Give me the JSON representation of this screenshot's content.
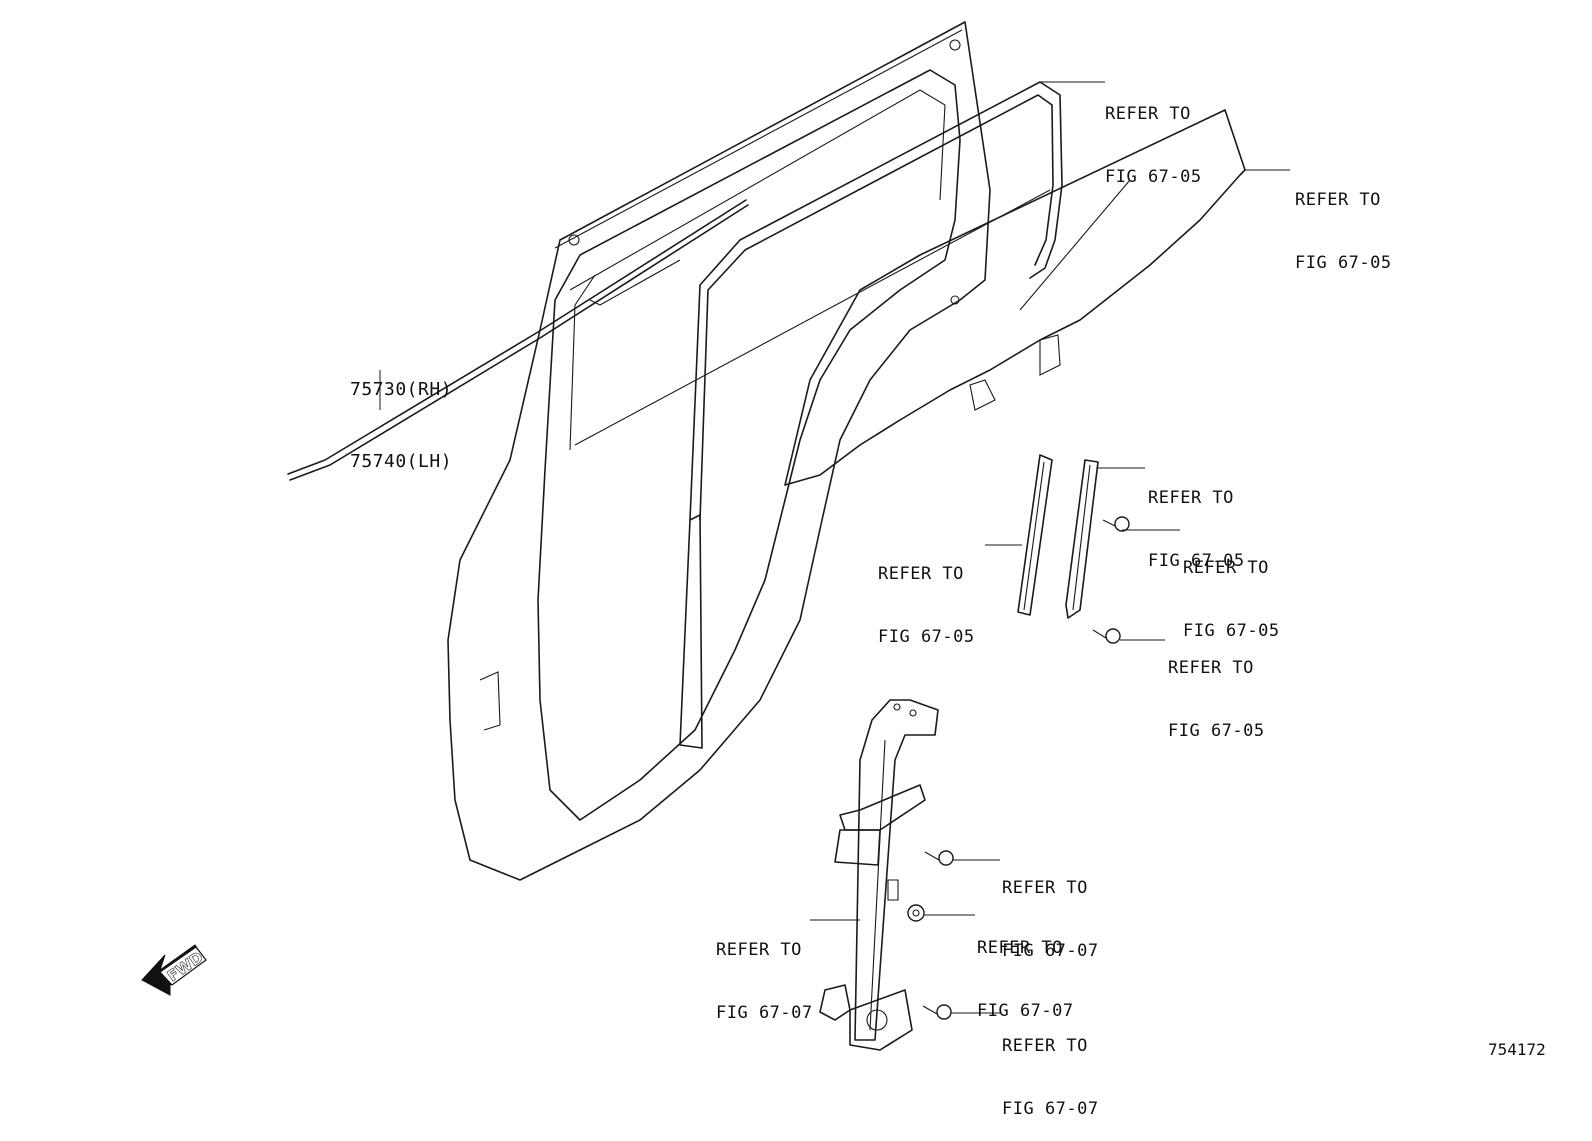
{
  "diagram": {
    "figure_number": "754172",
    "fwd_label": "FWD",
    "part_numbers": {
      "rh": "75730(RH)",
      "lh": "75740(LH)"
    },
    "callouts": [
      {
        "line1": "REFER TO",
        "line2": "FIG 67-05"
      },
      {
        "line1": "REFER TO",
        "line2": "FIG 67-05"
      },
      {
        "line1": "REFER TO",
        "line2": "FIG 67-05"
      },
      {
        "line1": "REFER TO",
        "line2": "FIG 67-05"
      },
      {
        "line1": "REFER TO",
        "line2": "FIG 67-05"
      },
      {
        "line1": "REFER TO",
        "line2": "FIG 67-05"
      },
      {
        "line1": "REFER TO",
        "line2": "FIG 67-07"
      },
      {
        "line1": "REFER TO",
        "line2": "FIG 67-07"
      },
      {
        "line1": "REFER TO",
        "line2": "FIG 67-07"
      },
      {
        "line1": "REFER TO",
        "line2": "FIG 67-07"
      }
    ]
  }
}
